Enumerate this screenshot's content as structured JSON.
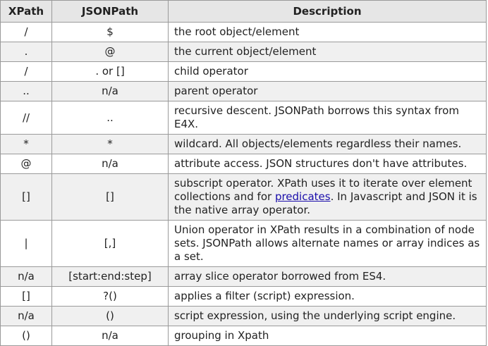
{
  "headers": {
    "xpath": "XPath",
    "jsonpath": "JSONPath",
    "description": "Description"
  },
  "rows": [
    {
      "xpath": "/",
      "jsonpath": "$",
      "description": "the root object/element"
    },
    {
      "xpath": ".",
      "jsonpath": "@",
      "description": "the current object/element"
    },
    {
      "xpath": "/",
      "jsonpath": ". or []",
      "description": "child operator"
    },
    {
      "xpath": "..",
      "jsonpath": "n/a",
      "description": "parent operator"
    },
    {
      "xpath": "//",
      "jsonpath": "..",
      "description": "recursive descent. JSONPath borrows this syntax from E4X."
    },
    {
      "xpath": "*",
      "jsonpath": "*",
      "description": "wildcard. All objects/elements regardless their names."
    },
    {
      "xpath": "@",
      "jsonpath": "n/a",
      "description": "attribute access. JSON structures don't have attributes."
    },
    {
      "xpath": "[]",
      "jsonpath": "[]",
      "description_before": "subscript operator. XPath uses it to iterate over element collections and for ",
      "description_link": "predicates",
      "description_after": ". In Javascript and JSON it is the native array operator."
    },
    {
      "xpath": "|",
      "jsonpath": "[,]",
      "description": "Union operator in XPath results in a combination of node sets. JSONPath allows alternate names or array indices as a set."
    },
    {
      "xpath": "n/a",
      "jsonpath": "[start:end:step]",
      "description": "array slice operator borrowed from ES4."
    },
    {
      "xpath": "[]",
      "jsonpath": "?()",
      "description": "applies a filter (script) expression."
    },
    {
      "xpath": "n/a",
      "jsonpath": "()",
      "description": "script expression, using the underlying script engine."
    },
    {
      "xpath": "()",
      "jsonpath": "n/a",
      "description": "grouping in Xpath"
    }
  ]
}
